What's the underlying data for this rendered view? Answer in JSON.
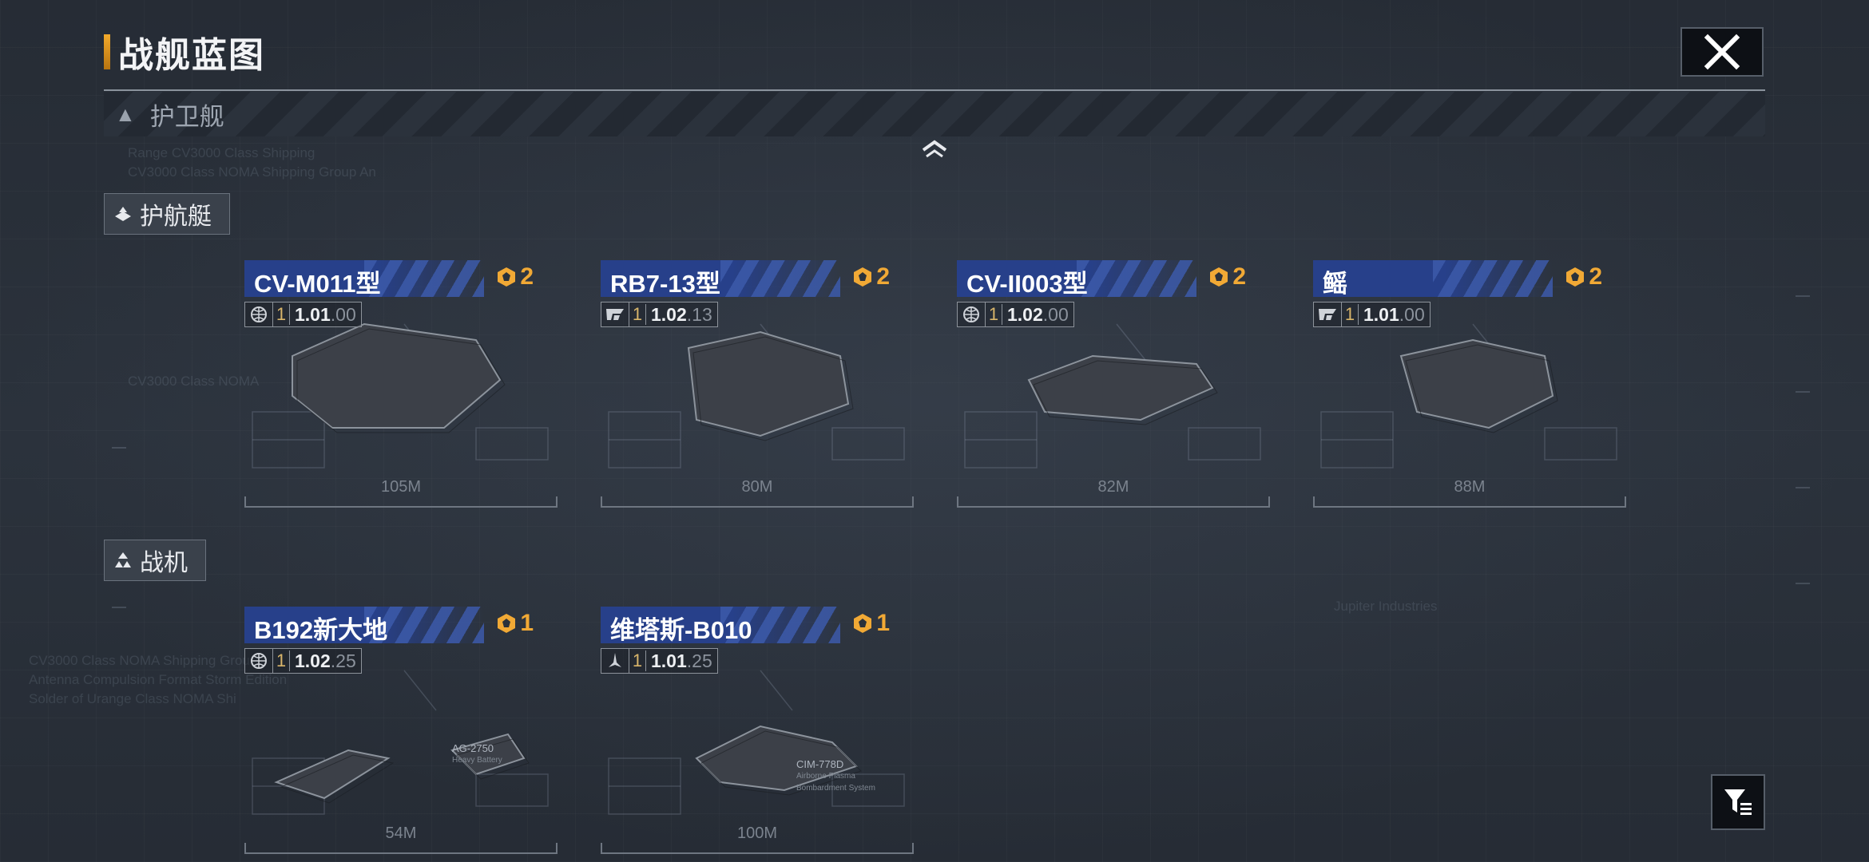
{
  "header": {
    "title": "战舰蓝图"
  },
  "section": {
    "label": "护卫舰"
  },
  "categories": [
    {
      "label": "护航艇",
      "ships": [
        {
          "name": "CV-M011型",
          "cost": "2",
          "tier": "1",
          "version": "1.01",
          "version_sub": ".00",
          "length": "105M",
          "icon": "globe-icon"
        },
        {
          "name": "RB7-13型",
          "cost": "2",
          "tier": "1",
          "version": "1.02",
          "version_sub": ".13",
          "length": "80M",
          "icon": "faction-emblem-icon"
        },
        {
          "name": "CV-II003型",
          "cost": "2",
          "tier": "1",
          "version": "1.02",
          "version_sub": ".00",
          "length": "82M",
          "icon": "globe-icon"
        },
        {
          "name": "鳐",
          "cost": "2",
          "tier": "1",
          "version": "1.01",
          "version_sub": ".00",
          "length": "88M",
          "icon": "faction-emblem-icon"
        }
      ]
    },
    {
      "label": "战机",
      "ships": [
        {
          "name": "B192新大地",
          "cost": "1",
          "tier": "1",
          "version": "1.02",
          "version_sub": ".25",
          "length": "54M",
          "icon": "globe-icon",
          "annotation": "AG-2750",
          "annotation_sub": "Heavy Battery"
        },
        {
          "name": "维塔斯-B010",
          "cost": "1",
          "tier": "1",
          "version": "1.01",
          "version_sub": ".25",
          "length": "100M",
          "icon": "fighter-icon",
          "annotation": "CIM-778D",
          "annotation_sub": "Airborne Plasma Bombardment System"
        }
      ]
    }
  ],
  "background_text": [
    "Range CV3000 Class Shipping",
    "CV3000 Class NOMA Shipping Group An",
    "CV3000 Class NOMA",
    "CV3000 Class NOMA Shipping Grou",
    "Antenna Compulsion Format Storm Edition",
    "Solder of Urange Class NOMA Shi",
    "Jupiter Industries"
  ],
  "colors": {
    "accent": "#f1a935",
    "namebar": "#27408a",
    "panel": "#0d1015"
  }
}
